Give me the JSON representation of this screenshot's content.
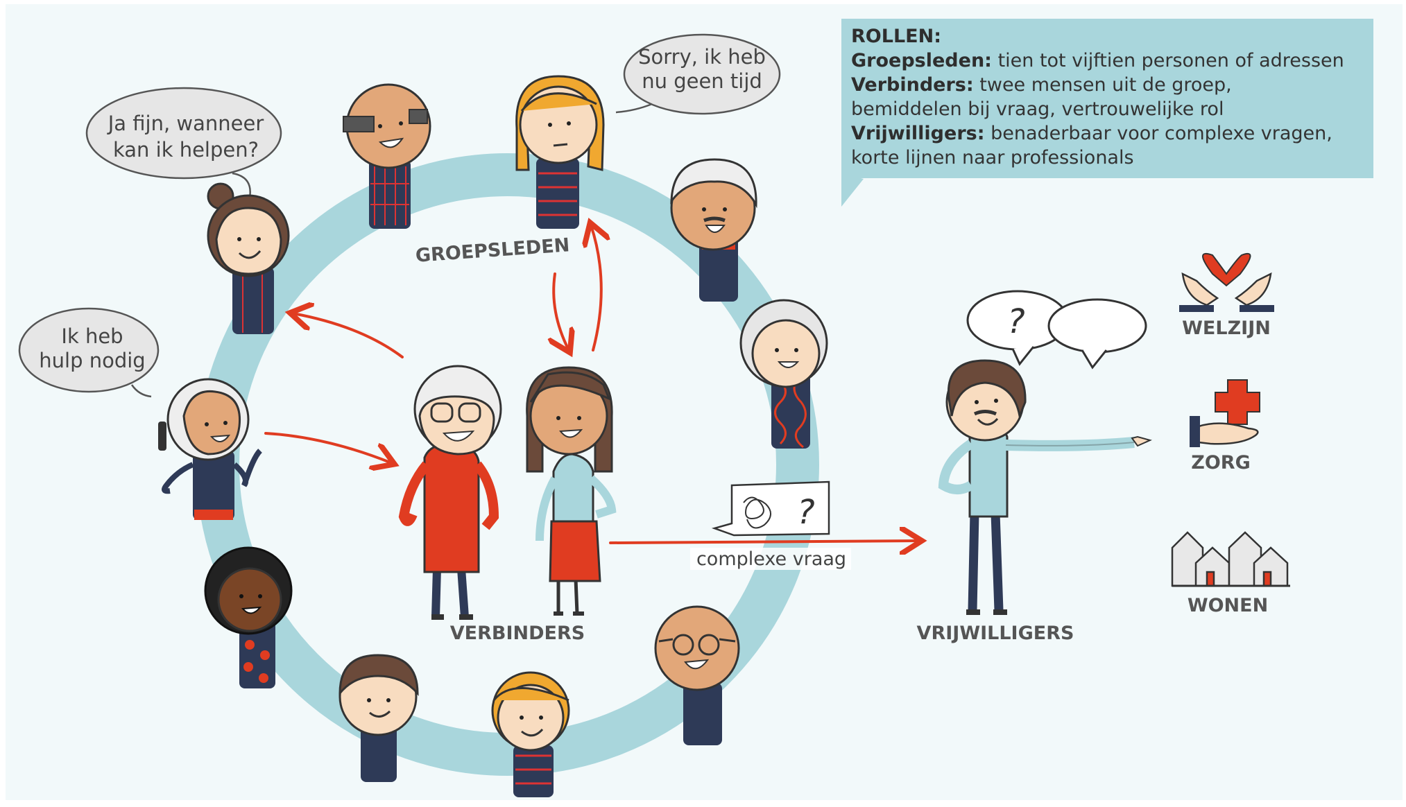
{
  "roles": {
    "heading": "ROLLEN:",
    "groepsleden_label": "Groepsleden:",
    "groepsleden_text": "tien tot vijftien personen of adressen",
    "verbinders_label": "Verbinders:",
    "verbinders_text1": "twee mensen uit de groep,",
    "verbinders_text2": "bemiddelen bij vraag, vertrouwelijke rol",
    "vrijwilligers_label": "Vrijwilligers:",
    "vrijwilligers_text1": "benaderbaar voor complexe vragen,",
    "vrijwilligers_text2": "korte lijnen naar professionals"
  },
  "bubbles": {
    "ja_fijn_1": "Ja fijn, wanneer",
    "ja_fijn_2": "kan ik helpen?",
    "sorry_1": "Sorry, ik heb",
    "sorry_2": "nu geen tijd",
    "ik_heb_1": "Ik heb",
    "ik_heb_2": "hulp nodig",
    "question_mark": "?",
    "complex_question_mark": "?"
  },
  "labels": {
    "groepsleden": "GROEPSLEDEN",
    "verbinders": "VERBINDERS",
    "vrijwilligers": "VRIJWILLIGERS",
    "complexe_vraag": "complexe vraag",
    "welzijn": "WELZIJN",
    "zorg": "ZORG",
    "wonen": "WONEN"
  },
  "colors": {
    "ring": "#a9d6dc",
    "arrow": "#e03c21",
    "skin": "#f8dcc0",
    "skin_tan": "#e2a779",
    "navy": "#2e3a57",
    "red": "#e03c21",
    "text_dark": "#555555"
  }
}
